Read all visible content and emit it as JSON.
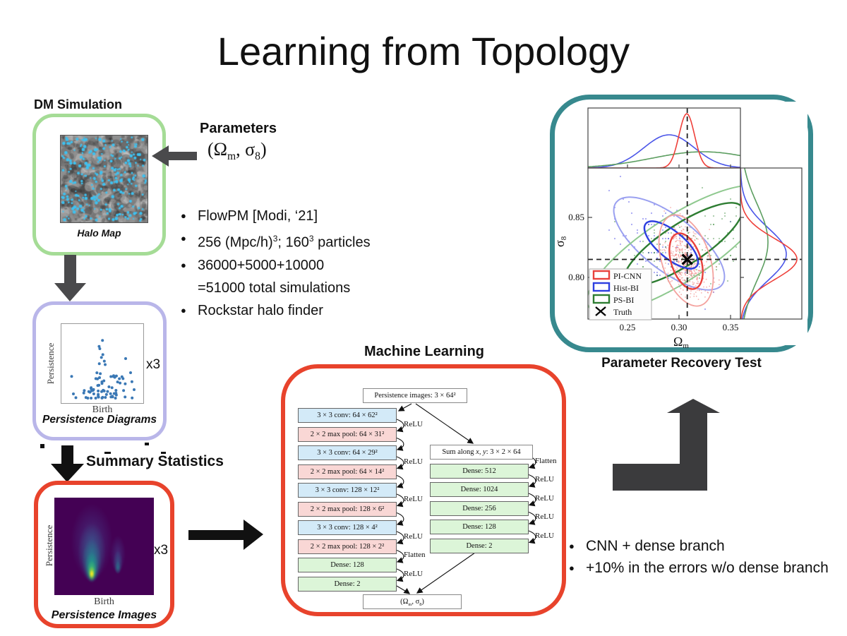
{
  "title": "Learning from Topology",
  "colors": {
    "title": "#92278f",
    "dm_box_border": "#a5dc96",
    "pd_box_border": "#b9b6e9",
    "pi_box_border": "#e8432c",
    "ml_box_border": "#e8432c",
    "recovery_box_border": "#37898e",
    "arrow_dark": "#4a4a4c",
    "arrow_black": "#111111",
    "elbow_arrow": "#3b3b3d",
    "conv_fill": "#d3eaf8",
    "pool_fill": "#f9d7d5",
    "dense_fill": "#dcf5d8",
    "io_fill": "#ffffff",
    "pd_dot": "#3a78b5",
    "halo_dot": "#3ec1f0"
  },
  "dm_simulation": {
    "label": "DM Simulation",
    "image_caption": "Halo Map"
  },
  "parameters": {
    "label": "Parameters",
    "math_segments": [
      {
        "t": "(Ω"
      },
      {
        "t": "m",
        "sub": true
      },
      {
        "t": ", σ"
      },
      {
        "t": "8",
        "sub": true
      },
      {
        "t": ")"
      }
    ]
  },
  "sim_bullets": [
    {
      "text": "FlowPM [Modi, ‘21]"
    },
    {
      "segs": [
        {
          "t": "256 (Mpc/h)"
        },
        {
          "t": "3",
          "sup": true
        },
        {
          "t": "; 160"
        },
        {
          "t": "3",
          "sup": true
        },
        {
          "t": " particles"
        }
      ]
    },
    {
      "text": "36000+5000+10000"
    },
    {
      "text": "=51000 total simulations",
      "cont": true
    },
    {
      "text": "Rockstar halo finder"
    }
  ],
  "pd_box": {
    "caption": "Persistence Diagrams",
    "xlabel": "Birth",
    "ylabel": "Persistence",
    "multiplier": "x3"
  },
  "summary_statistics_label": "Summary Statistics",
  "pi_box": {
    "caption": "Persistence Images",
    "xlabel": "Birth",
    "ylabel": "Persistence",
    "multiplier": "x3"
  },
  "ml": {
    "heading": "Machine Learning",
    "input": "Persistence images: 3 × 64²",
    "cnn_branch": [
      {
        "label": "3 × 3 conv: 64 × 62²",
        "type": "conv"
      },
      {
        "label": "2 × 2 max pool: 64 × 31²",
        "type": "pool"
      },
      {
        "label": "3 × 3 conv: 64 × 29²",
        "type": "conv"
      },
      {
        "label": "2 × 2 max pool: 64 × 14²",
        "type": "pool"
      },
      {
        "label": "3 × 3 conv: 128 × 12²",
        "type": "conv"
      },
      {
        "label": "2 × 2 max pool: 128 × 6²",
        "type": "pool"
      },
      {
        "label": "3 × 3 conv: 128 × 4²",
        "type": "conv"
      },
      {
        "label": "2 × 2 max pool: 128 × 2²",
        "type": "pool"
      },
      {
        "label": "Dense: 128",
        "type": "dense"
      },
      {
        "label": "Dense: 2",
        "type": "dense"
      }
    ],
    "cnn_gap_labels": [
      "ReLU",
      "",
      "ReLU",
      "",
      "ReLU",
      "",
      "ReLU",
      "Flatten",
      "ReLU"
    ],
    "dense_branch_input_segs": [
      {
        "t": "Sum along "
      },
      {
        "t": "x",
        "it": true
      },
      {
        "t": ", "
      },
      {
        "t": "y",
        "it": true
      },
      {
        "t": ": 3 × 2 × 64"
      }
    ],
    "dense_branch": [
      "Dense: 512",
      "Dense: 1024",
      "Dense: 256",
      "Dense: 128",
      "Dense: 2"
    ],
    "dense_gap_labels": [
      "Flatten",
      "ReLU",
      "ReLU",
      "ReLU",
      "ReLU"
    ],
    "output_segments": [
      {
        "t": "(Ω"
      },
      {
        "t": "m",
        "sub": true
      },
      {
        "t": ", σ"
      },
      {
        "t": "8",
        "sub": true
      },
      {
        "t": ")"
      }
    ]
  },
  "recovery": {
    "caption": "Parameter Recovery Test",
    "xlabel_main": "Ω",
    "xlabel_sub": "m",
    "ylabel_main": "σ",
    "ylabel_sub": "8"
  },
  "chart_data": {
    "type": "scatter",
    "title": "Parameter Recovery Test",
    "xlabel": "Ω_m",
    "ylabel": "σ_8",
    "x_ticks": [
      0.25,
      0.3,
      0.35
    ],
    "y_ticks": [
      0.8,
      0.85
    ],
    "xlim": [
      0.21,
      0.365
    ],
    "ylim": [
      0.765,
      0.875
    ],
    "grid": false,
    "legend_position": "lower left",
    "truth": {
      "omega_m": 0.308,
      "sigma_8": 0.815
    },
    "legend": [
      {
        "label": "PI-CNN",
        "color": "#e8413c",
        "marker": "rect"
      },
      {
        "label": "Hist-BI",
        "color": "#2d3fe0",
        "marker": "rect"
      },
      {
        "label": "PS-BI",
        "color": "#2e7d32",
        "marker": "rect"
      },
      {
        "label": "Truth",
        "color": "#000000",
        "marker": "x"
      }
    ],
    "series": [
      {
        "name": "PI-CNN",
        "style": "contours+scatter",
        "center": [
          0.309,
          0.814
        ],
        "sigma": [
          0.008,
          0.012
        ],
        "correlation": "negative",
        "spread": "tightest"
      },
      {
        "name": "Hist-BI",
        "style": "contours+scatter",
        "center": [
          0.3,
          0.823
        ],
        "sigma": [
          0.017,
          0.011
        ],
        "correlation": "negative",
        "spread": "medium"
      },
      {
        "name": "PS-BI",
        "style": "contours+scatter",
        "center": [
          0.307,
          0.816
        ],
        "sigma": [
          0.034,
          0.017
        ],
        "correlation": "positive",
        "spread": "broadest"
      }
    ],
    "marginals": {
      "top": "Ω_m 1D posteriors (red narrow, blue broad, green broadest)",
      "right": "σ_8 1D posteriors (red tallest, blue medium, green broad)"
    }
  },
  "results_bullets": [
    {
      "text": "CNN + dense branch"
    },
    {
      "text": "+10% in the errors w/o dense branch"
    }
  ]
}
